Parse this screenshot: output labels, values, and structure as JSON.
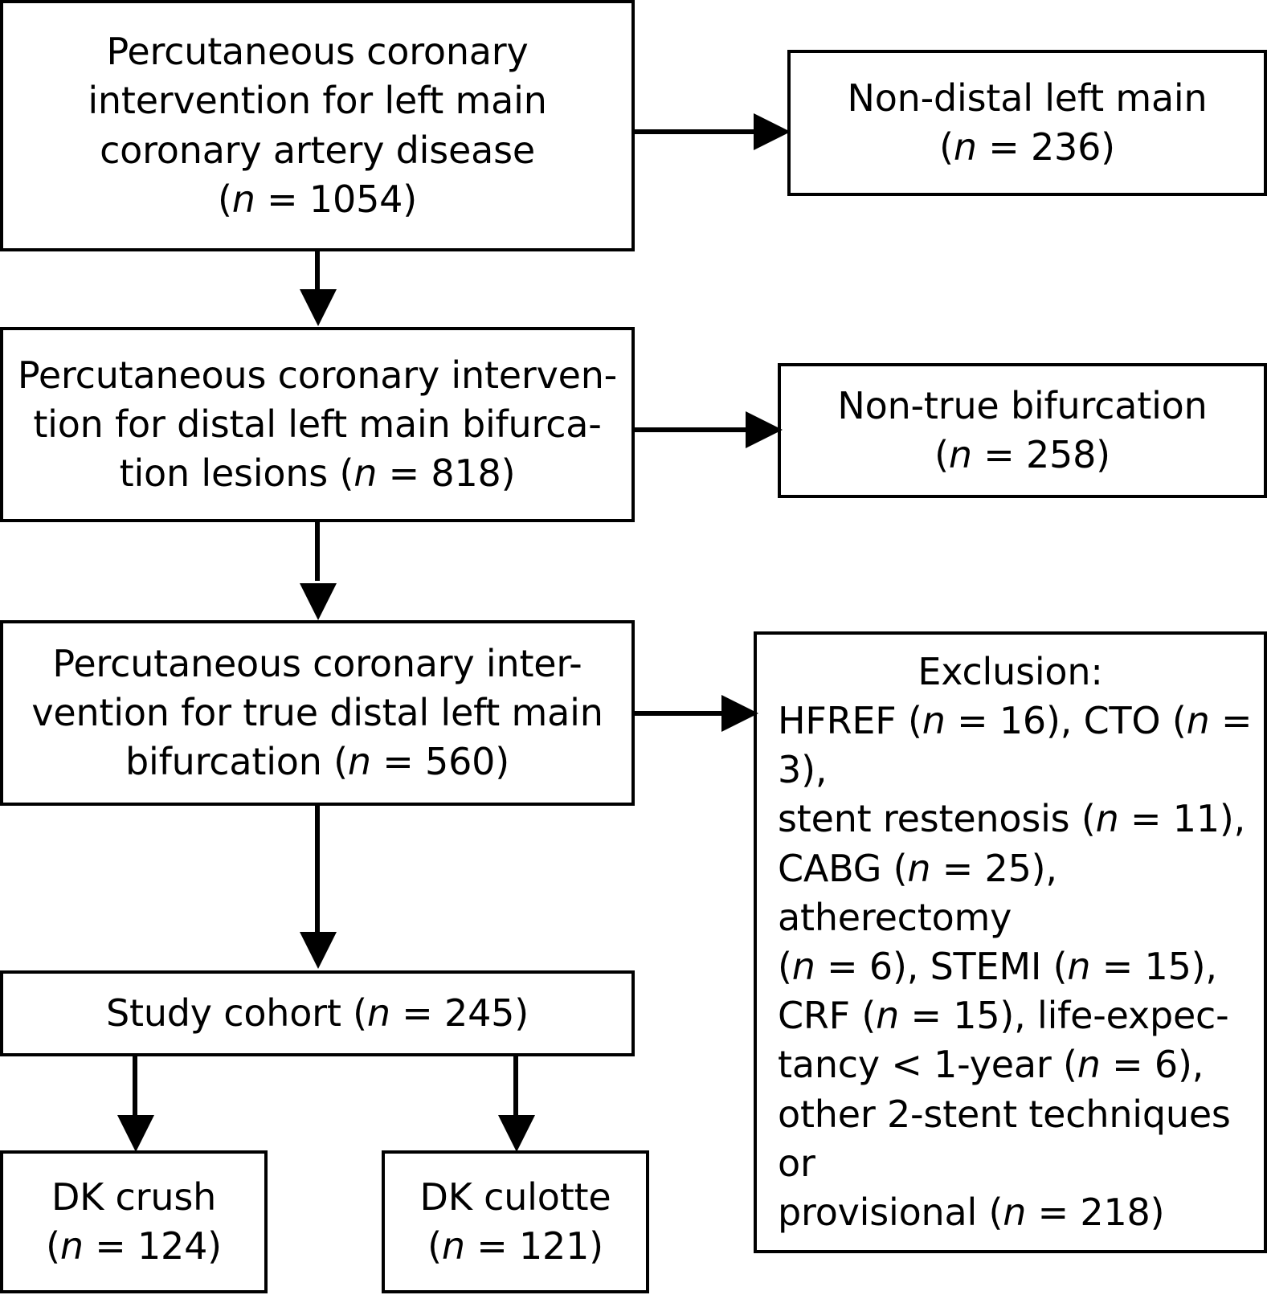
{
  "diagram": {
    "title": "Study patient-selection flow chart",
    "type": "flowchart",
    "stroke_color": "#000000",
    "background_color": "#ffffff",
    "boxes": {
      "screened": {
        "label": "Percutaneous coronary\nintervention for left main\ncoronary artery disease\n(n = 1054)",
        "n": 1054
      },
      "non_distal": {
        "label": "Non-distal left main\n(n = 236)",
        "n": 236
      },
      "distal": {
        "label": "Percutaneous coronary interven-\ntion for distal left main bifurca-\ntion lesions (n = 818)",
        "n": 818
      },
      "non_true": {
        "label": "Non-true bifurcation\n(n = 258)",
        "n": 258
      },
      "true_distal": {
        "label": "Percutaneous coronary inter-\nvention for true distal left main\nbifurcation (n = 560)",
        "n": 560
      },
      "exclusion": {
        "heading": "Exclusion:",
        "label": "HFREF (n = 16), CTO (n = 3),\nstent restenosis (n = 11),\nCABG (n = 25), atherectomy\n(n = 6), STEMI (n = 15),\nCRF (n = 15), life-expec-\ntancy < 1-year (n = 6),\nother 2-stent techniques or\nprovisional (n = 218)",
        "items": [
          {
            "reason": "HFREF",
            "n": 16
          },
          {
            "reason": "CTO",
            "n": 3
          },
          {
            "reason": "stent restenosis",
            "n": 11
          },
          {
            "reason": "CABG",
            "n": 25
          },
          {
            "reason": "atherectomy",
            "n": 6
          },
          {
            "reason": "STEMI",
            "n": 15
          },
          {
            "reason": "CRF",
            "n": 15
          },
          {
            "reason": "life-expectancy < 1-year",
            "n": 6
          },
          {
            "reason": "other 2-stent techniques or provisional",
            "n": 218
          }
        ]
      },
      "cohort": {
        "label": "Study cohort (n = 245)",
        "n": 245
      },
      "dk_crush": {
        "label": "DK crush\n(n = 124)",
        "n": 124
      },
      "dk_culotte": {
        "label": "DK culotte\n(n = 121)",
        "n": 121
      }
    },
    "connectors": [
      {
        "name": "screened-to-non-distal",
        "direction": "right"
      },
      {
        "name": "screened-to-distal",
        "direction": "down"
      },
      {
        "name": "distal-to-non-true",
        "direction": "right"
      },
      {
        "name": "distal-to-true-distal",
        "direction": "down"
      },
      {
        "name": "true-distal-to-exclusion",
        "direction": "right"
      },
      {
        "name": "true-distal-to-cohort",
        "direction": "down"
      },
      {
        "name": "cohort-to-dk-crush",
        "direction": "down"
      },
      {
        "name": "cohort-to-dk-culotte",
        "direction": "down"
      }
    ]
  }
}
